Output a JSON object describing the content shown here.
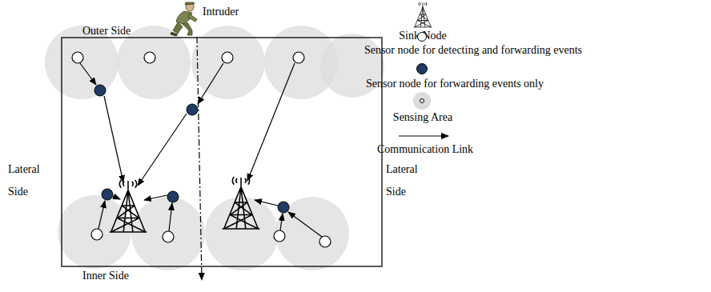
{
  "diagram": {
    "labels": [
      "Intruder",
      "Outer Side",
      "Lateral Side",
      "Lateral Side",
      "Inner Side"
    ],
    "legend": [
      {
        "text": "Sink Node"
      },
      {
        "text": "Sensor node for detecting and forwarding events",
        "color": "#ffffff"
      },
      {
        "text": "Sensor node for forwarding events only",
        "color": "#1f3b66"
      },
      {
        "text": "Sensing Area",
        "color": "#dcdcdc"
      },
      {
        "text": "Communication Link"
      }
    ]
  }
}
